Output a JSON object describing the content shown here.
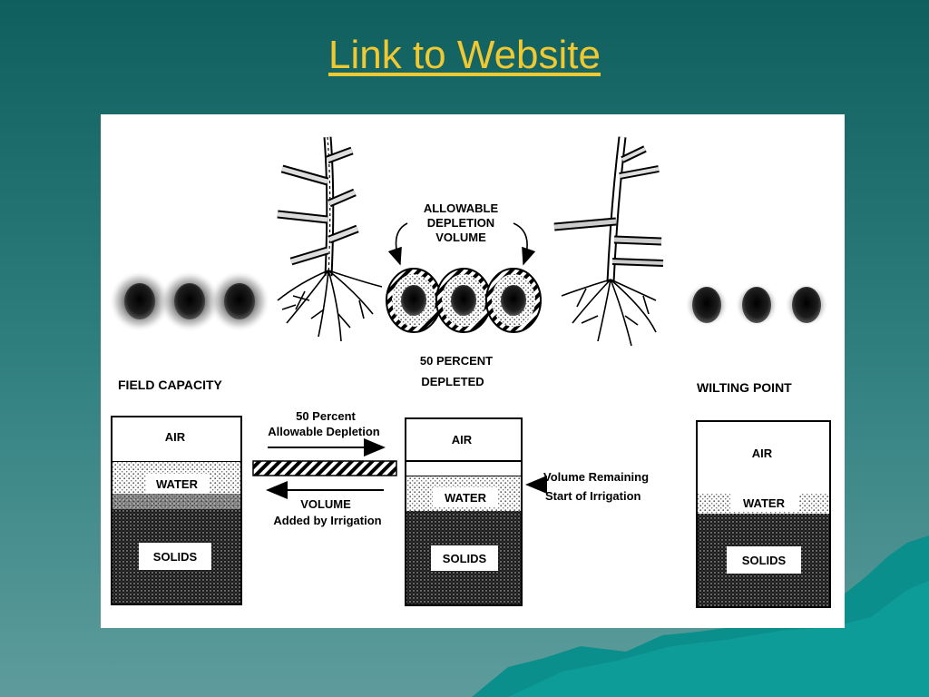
{
  "slide": {
    "title": "Link to Website"
  },
  "diagram": {
    "labels": {
      "allowable_depletion_line1": "ALLOWABLE",
      "allowable_depletion_line2": "DEPLETION",
      "allowable_depletion_line3": "VOLUME",
      "percent_depleted_line1": "50 PERCENT",
      "percent_depleted_line2": "DEPLETED",
      "field_capacity": "FIELD CAPACITY",
      "wilting_point": "WILTING POINT",
      "fifty_percent_line1": "50 Percent",
      "fifty_percent_line2": "Allowable Depletion",
      "volume_added_line1": "VOLUME",
      "volume_added_line2": "Added by Irrigation",
      "volume_remaining_line1": "Volume Remaining",
      "volume_remaining_line2": "Start of Irrigation"
    },
    "columns": {
      "left": {
        "air": "AIR",
        "water": "WATER",
        "solids": "SOLIDS"
      },
      "middle": {
        "air": "AIR",
        "water": "WATER",
        "solids": "SOLIDS"
      },
      "right": {
        "air": "AIR",
        "water": "WATER",
        "solids": "SOLIDS"
      }
    }
  },
  "colors": {
    "background_top": "#0f5f5e",
    "background_bottom": "#5e9c9c",
    "title": "#f0c832",
    "mountains": "#0b8f8c"
  }
}
